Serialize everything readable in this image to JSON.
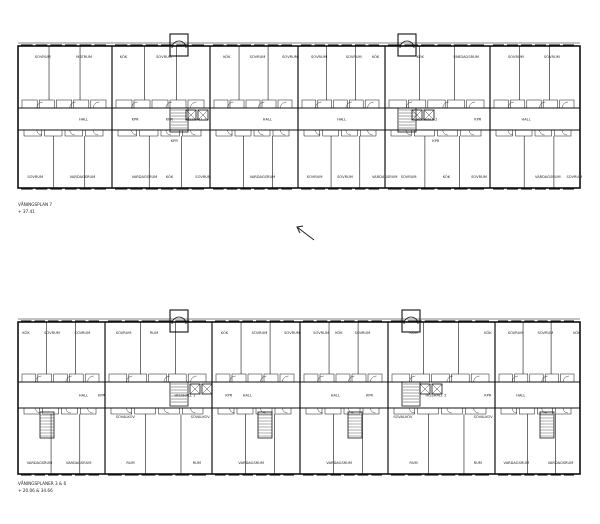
{
  "plans": [
    {
      "id": "upper",
      "caption": "VÅNINGSPLAN 7",
      "level": "+ 37.41",
      "labels": [
        {
          "t": "SOVRUM",
          "col": 0,
          "row": "top",
          "dx": 0.18
        },
        {
          "t": "MATRUM",
          "col": 0,
          "row": "top",
          "dx": 0.62
        },
        {
          "t": "KÖK",
          "col": 1,
          "row": "top",
          "dx": 0.08
        },
        {
          "t": "SOVRUM",
          "col": 1,
          "row": "top",
          "dx": 0.45
        },
        {
          "t": "KÖK",
          "col": 2,
          "row": "top",
          "dx": 0.15
        },
        {
          "t": "SOVRUM",
          "col": 2,
          "row": "top",
          "dx": 0.45
        },
        {
          "t": "SOVRUM",
          "col": 2,
          "row": "top",
          "dx": 0.82
        },
        {
          "t": "SOVRUM",
          "col": 3,
          "row": "top",
          "dx": 0.15
        },
        {
          "t": "SOVRUM",
          "col": 3,
          "row": "top",
          "dx": 0.55
        },
        {
          "t": "KÖK",
          "col": 3,
          "row": "top",
          "dx": 0.85
        },
        {
          "t": "KÖK",
          "col": 4,
          "row": "top",
          "dx": 0.3
        },
        {
          "t": "VARDAGSRUM",
          "col": 4,
          "row": "top",
          "dx": 0.65
        },
        {
          "t": "SOVRUM",
          "col": 5,
          "row": "top",
          "dx": 0.2
        },
        {
          "t": "SOVRUM",
          "col": 5,
          "row": "top",
          "dx": 0.6
        },
        {
          "t": "HALL",
          "col": 0,
          "row": "mid",
          "dx": 0.65
        },
        {
          "t": "KPR",
          "col": 1,
          "row": "mid",
          "dx": 0.2
        },
        {
          "t": "KPR",
          "col": 1,
          "row": "mid",
          "dx": 0.55
        },
        {
          "t": "HISSHALL 1",
          "col": 1,
          "row": "mid",
          "dx": 0.75
        },
        {
          "t": "HALL",
          "col": 2,
          "row": "mid",
          "dx": 0.6
        },
        {
          "t": "HALL",
          "col": 3,
          "row": "mid",
          "dx": 0.45
        },
        {
          "t": "HISSHALL 2",
          "col": 4,
          "row": "mid",
          "dx": 0.3
        },
        {
          "t": "KPR",
          "col": 4,
          "row": "mid",
          "dx": 0.85
        },
        {
          "t": "HALL",
          "col": 5,
          "row": "mid",
          "dx": 0.35
        },
        {
          "t": "SOVRUM",
          "col": 0,
          "row": "bot",
          "dx": 0.1
        },
        {
          "t": "VARDAGSRUM",
          "col": 0,
          "row": "bot",
          "dx": 0.55
        },
        {
          "t": "VARDAGSRUM",
          "col": 1,
          "row": "bot",
          "dx": 0.2
        },
        {
          "t": "KÖK",
          "col": 1,
          "row": "bot",
          "dx": 0.55
        },
        {
          "t": "SOVRUM",
          "col": 1,
          "row": "bot",
          "dx": 0.85
        },
        {
          "t": "VARDAGSRUM",
          "col": 2,
          "row": "bot",
          "dx": 0.45
        },
        {
          "t": "SOVRUM",
          "col": 3,
          "row": "bot",
          "dx": 0.1
        },
        {
          "t": "SOVRUM",
          "col": 3,
          "row": "bot",
          "dx": 0.45
        },
        {
          "t": "VARDAGSRUM",
          "col": 3,
          "row": "bot",
          "dx": 0.85
        },
        {
          "t": "SOVRUM",
          "col": 4,
          "row": "bot",
          "dx": 0.15
        },
        {
          "t": "KÖK",
          "col": 4,
          "row": "bot",
          "dx": 0.55
        },
        {
          "t": "SOVRUM",
          "col": 4,
          "row": "bot",
          "dx": 0.82
        },
        {
          "t": "VARDAGSRUM",
          "col": 5,
          "row": "bot",
          "dx": 0.5
        },
        {
          "t": "SOVRUM",
          "col": 5,
          "row": "bot",
          "dx": 0.85
        },
        {
          "t": "KPR",
          "col": 1,
          "row": "bot2",
          "dx": 0.6
        },
        {
          "t": "KPR",
          "col": 4,
          "row": "bot2",
          "dx": 0.45
        }
      ]
    },
    {
      "id": "lower",
      "caption": "VÅNINGSPLANER 3 & 6",
      "level": "+ 20.06 & 34.66",
      "labels": [
        {
          "t": "KÖK",
          "col": 0,
          "row": "top",
          "dx": 0.05
        },
        {
          "t": "SOVRUM",
          "col": 0,
          "row": "top",
          "dx": 0.3
        },
        {
          "t": "SOVRUM",
          "col": 0,
          "row": "top",
          "dx": 0.65
        },
        {
          "t": "SOVRUM",
          "col": 1,
          "row": "top",
          "dx": 0.1
        },
        {
          "t": "RUM",
          "col": 1,
          "row": "top",
          "dx": 0.42
        },
        {
          "t": "KÖK",
          "col": 2,
          "row": "top",
          "dx": 0.1
        },
        {
          "t": "SOVRUM",
          "col": 2,
          "row": "top",
          "dx": 0.45
        },
        {
          "t": "SOVRUM",
          "col": 2,
          "row": "top",
          "dx": 0.82
        },
        {
          "t": "SOVRUM",
          "col": 3,
          "row": "top",
          "dx": 0.15
        },
        {
          "t": "KÖK",
          "col": 3,
          "row": "top",
          "dx": 0.4
        },
        {
          "t": "SOVRUM",
          "col": 3,
          "row": "top",
          "dx": 0.62
        },
        {
          "t": "RUM",
          "col": 4,
          "row": "top",
          "dx": 0.2
        },
        {
          "t": "KÖK",
          "col": 4,
          "row": "top",
          "dx": 0.9
        },
        {
          "t": "SOVRUM",
          "col": 5,
          "row": "top",
          "dx": 0.15
        },
        {
          "t": "SOVRUM",
          "col": 5,
          "row": "top",
          "dx": 0.5
        },
        {
          "t": "KÖK",
          "col": 5,
          "row": "top",
          "dx": 0.92
        },
        {
          "t": "HALL",
          "col": 0,
          "row": "mid",
          "dx": 0.7
        },
        {
          "t": "KPR",
          "col": 0,
          "row": "mid",
          "dx": 0.92
        },
        {
          "t": "HISSHALL 1",
          "col": 1,
          "row": "mid",
          "dx": 0.65
        },
        {
          "t": "KPR",
          "col": 2,
          "row": "mid",
          "dx": 0.15
        },
        {
          "t": "HALL",
          "col": 2,
          "row": "mid",
          "dx": 0.35
        },
        {
          "t": "HALL",
          "col": 3,
          "row": "mid",
          "dx": 0.35
        },
        {
          "t": "KPR",
          "col": 3,
          "row": "mid",
          "dx": 0.75
        },
        {
          "t": "HISSHALL 2",
          "col": 4,
          "row": "mid",
          "dx": 0.35
        },
        {
          "t": "KPR",
          "col": 4,
          "row": "mid",
          "dx": 0.9
        },
        {
          "t": "HALL",
          "col": 5,
          "row": "mid",
          "dx": 0.25
        },
        {
          "t": "SOVALKOV",
          "col": 1,
          "row": "mid2",
          "dx": 0.1
        },
        {
          "t": "SOVALKOV",
          "col": 1,
          "row": "mid2",
          "dx": 0.8
        },
        {
          "t": "SOVALKOV",
          "col": 4,
          "row": "mid2",
          "dx": 0.05
        },
        {
          "t": "SOVALKOV",
          "col": 4,
          "row": "mid2",
          "dx": 0.8
        },
        {
          "t": "VARDAGSRUM",
          "col": 0,
          "row": "bot",
          "dx": 0.1
        },
        {
          "t": "VARDAGSRUM",
          "col": 0,
          "row": "bot",
          "dx": 0.55
        },
        {
          "t": "RUM",
          "col": 1,
          "row": "bot",
          "dx": 0.2
        },
        {
          "t": "RUM",
          "col": 1,
          "row": "bot",
          "dx": 0.82
        },
        {
          "t": "VARDAGSRUM",
          "col": 2,
          "row": "bot",
          "dx": 0.3
        },
        {
          "t": "VARDAGSRUM",
          "col": 3,
          "row": "bot",
          "dx": 0.3
        },
        {
          "t": "RUM",
          "col": 4,
          "row": "bot",
          "dx": 0.2
        },
        {
          "t": "RUM",
          "col": 4,
          "row": "bot",
          "dx": 0.8
        },
        {
          "t": "VARDAGSRUM",
          "col": 5,
          "row": "bot",
          "dx": 0.1
        },
        {
          "t": "VARDAGSRUM",
          "col": 5,
          "row": "bot",
          "dx": 0.62
        }
      ]
    }
  ]
}
